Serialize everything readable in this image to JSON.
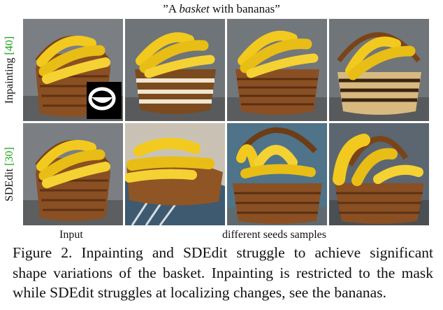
{
  "prompt": {
    "open_quote": "”A ",
    "word_italic": "basket",
    "rest": " with bananas”"
  },
  "rows": [
    {
      "label_text": "Inpainting ",
      "label_cite": "[40]"
    },
    {
      "label_text": "SDEdit ",
      "label_cite": "[30]"
    }
  ],
  "captions": {
    "input": "Input",
    "seeds": "different seeds samples"
  },
  "figure_caption": {
    "line1": "Figure 2. Inpainting and SDEdit struggle to achieve significant",
    "line2": "shape variations of the basket. Inpainting is restricted to the mask",
    "line3": "while SDEdit struggles at localizing changes, see the bananas."
  },
  "colors": {
    "citation": "#19a319",
    "banana": "#f2c91f",
    "basket": "#8a4f22"
  }
}
